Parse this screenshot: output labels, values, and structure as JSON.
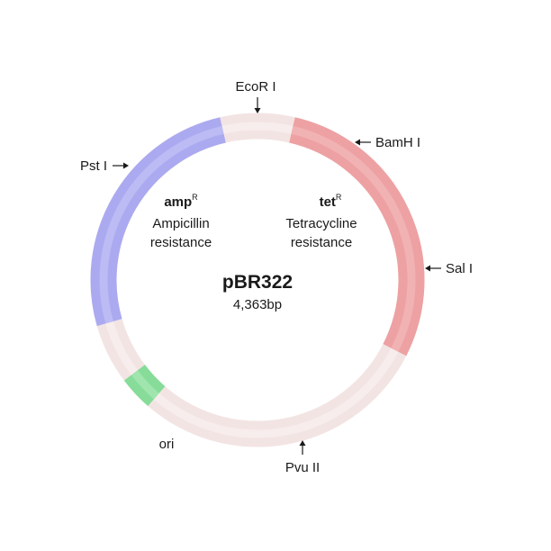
{
  "plasmid": {
    "name": "pBR322",
    "size": "4,363bp"
  },
  "colors": {
    "backbone": "#f3e4e4",
    "backbone_highlight": "#f8eded",
    "amp": "#abaaf0",
    "amp_highlight": "#bcbbf4",
    "tet": "#eda1a3",
    "tet_highlight": "#f1b2b3",
    "ori": "#86dc98",
    "ori_highlight": "#9fe5ad"
  },
  "genes": {
    "amp": {
      "symbol": "amp",
      "superscript": "R",
      "line1": "Ampicillin",
      "line2": "resistance"
    },
    "tet": {
      "symbol": "tet",
      "superscript": "R",
      "line1": "Tetracycline",
      "line2": "resistance"
    }
  },
  "sites": {
    "ecori": "EcoR I",
    "bamhi": "BamH I",
    "sali": "Sal I",
    "pvuii": "Pvu II",
    "psti": "Pst I",
    "ori": "ori"
  }
}
